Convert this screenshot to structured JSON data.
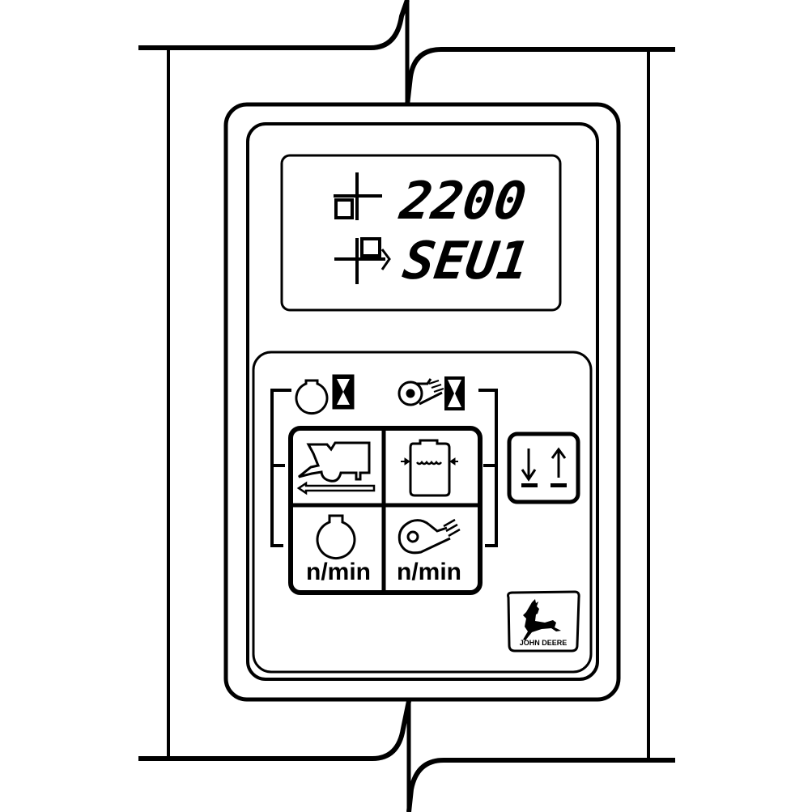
{
  "display": {
    "line1_value": "2200",
    "line2_value": "SEU1",
    "line1_icon": "engine-speed-setpoint-icon",
    "line2_icon": "set-value-arrow-icon"
  },
  "indicators": {
    "engine_hours": "engine-hourglass-icon",
    "fan_hours": "fan-hourglass-icon"
  },
  "keypad": {
    "key_ground_speed": {
      "icon": "combine-ground-speed-icon"
    },
    "key_grain_tank": {
      "icon": "grain-tank-icon"
    },
    "key_engine_rpm": {
      "icon": "engine-icon",
      "label": "n/min"
    },
    "key_fan_rpm": {
      "icon": "fan-icon",
      "label": "n/min"
    }
  },
  "up_down_key": {
    "icon": "lower-raise-arrows-icon"
  },
  "logo": {
    "text": "JOHN DEERE"
  },
  "colors": {
    "stroke": "#000000",
    "background": "#ffffff"
  }
}
